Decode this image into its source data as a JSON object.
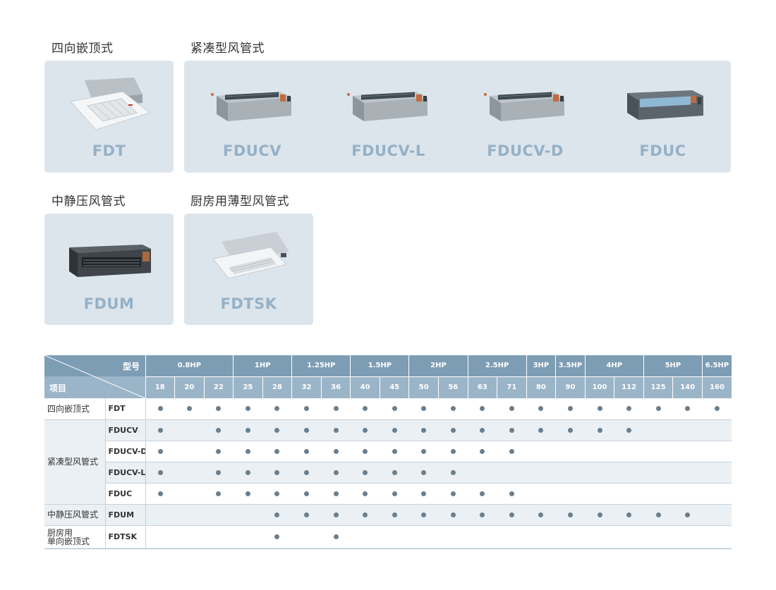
{
  "groups": [
    {
      "title": "四向嵌顶式"
    },
    {
      "title": "紧凑型风管式"
    },
    {
      "title": "中静压风管式"
    },
    {
      "title": "厨房用薄型风管式"
    }
  ],
  "products": [
    {
      "model": "FDT",
      "icon": "cassette-unit-icon"
    },
    {
      "model": "FDUCV",
      "icon": "duct-unit-icon"
    },
    {
      "model": "FDUCV-L",
      "icon": "duct-unit-icon"
    },
    {
      "model": "FDUCV-D",
      "icon": "duct-unit-icon"
    },
    {
      "model": "FDUC",
      "icon": "duct-unit-icon"
    },
    {
      "model": "FDUM",
      "icon": "duct-unit-icon"
    },
    {
      "model": "FDTSK",
      "icon": "kitchen-cassette-icon"
    }
  ],
  "table": {
    "header_model": "型号",
    "header_item": "项目",
    "hp_groups": [
      {
        "label": "0.8HP",
        "span": 3
      },
      {
        "label": "1HP",
        "span": 2
      },
      {
        "label": "1.25HP",
        "span": 2
      },
      {
        "label": "1.5HP",
        "span": 2
      },
      {
        "label": "2HP",
        "span": 2
      },
      {
        "label": "2.5HP",
        "span": 2
      },
      {
        "label": "3HP",
        "span": 1
      },
      {
        "label": "3.5HP",
        "span": 1
      },
      {
        "label": "4HP",
        "span": 2
      },
      {
        "label": "5HP",
        "span": 2
      },
      {
        "label": "6.5HP",
        "span": 1
      }
    ],
    "capacities": [
      "18",
      "20",
      "22",
      "25",
      "28",
      "32",
      "36",
      "40",
      "45",
      "50",
      "56",
      "63",
      "71",
      "80",
      "90",
      "100",
      "112",
      "125",
      "140",
      "160"
    ],
    "rows": [
      {
        "category": "四向嵌顶式",
        "model": "FDT",
        "avail": [
          1,
          1,
          1,
          1,
          1,
          1,
          1,
          1,
          1,
          1,
          1,
          1,
          1,
          1,
          1,
          1,
          1,
          1,
          1,
          1
        ]
      },
      {
        "category": "紧凑型风管式",
        "model": "FDUCV",
        "avail": [
          1,
          0,
          1,
          1,
          1,
          1,
          1,
          1,
          1,
          1,
          1,
          1,
          1,
          1,
          1,
          1,
          1,
          0,
          0,
          0
        ]
      },
      {
        "category": "紧凑型风管式",
        "model": "FDUCV-D",
        "avail": [
          1,
          0,
          1,
          1,
          1,
          1,
          1,
          1,
          1,
          1,
          1,
          1,
          1,
          0,
          0,
          0,
          0,
          0,
          0,
          0
        ]
      },
      {
        "category": "紧凑型风管式",
        "model": "FDUCV-L",
        "avail": [
          1,
          0,
          1,
          1,
          1,
          1,
          1,
          1,
          1,
          1,
          1,
          0,
          0,
          0,
          0,
          0,
          0,
          0,
          0,
          0
        ]
      },
      {
        "category": "紧凑型风管式",
        "model": "FDUC",
        "avail": [
          1,
          0,
          1,
          1,
          1,
          1,
          1,
          1,
          1,
          1,
          1,
          1,
          1,
          0,
          0,
          0,
          0,
          0,
          0,
          0
        ]
      },
      {
        "category": "中静压风管式",
        "model": "FDUM",
        "avail": [
          0,
          0,
          0,
          0,
          1,
          1,
          1,
          1,
          1,
          1,
          1,
          1,
          1,
          1,
          1,
          1,
          1,
          1,
          1,
          0
        ]
      },
      {
        "category": "厨房用单向嵌顶式",
        "category_lines": [
          "厨房用",
          "单向嵌顶式"
        ],
        "model": "FDTSK",
        "avail": [
          0,
          0,
          0,
          0,
          1,
          0,
          1,
          0,
          0,
          0,
          0,
          0,
          0,
          0,
          0,
          0,
          0,
          0,
          0,
          0
        ]
      }
    ]
  }
}
